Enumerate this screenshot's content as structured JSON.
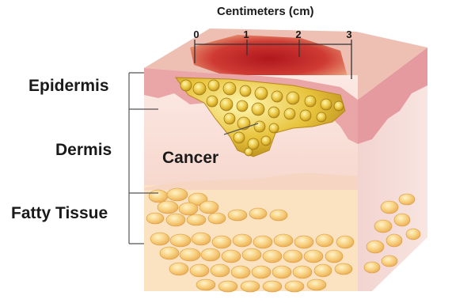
{
  "scale": {
    "title": "Centimeters (cm)",
    "ticks": [
      "0",
      "1",
      "2",
      "3"
    ]
  },
  "layers": {
    "epidermis": "Epidermis",
    "dermis": "Dermis",
    "fatty_tissue": "Fatty Tissue"
  },
  "tumor_label": "Cancer",
  "colors": {
    "epidermis": "#e7a0a5",
    "dermis": "#f9e7df",
    "fat": "#f6c878",
    "tumor": "#c12a2a",
    "tumor_cells": "#e8c036",
    "leader_line": "#555555"
  }
}
